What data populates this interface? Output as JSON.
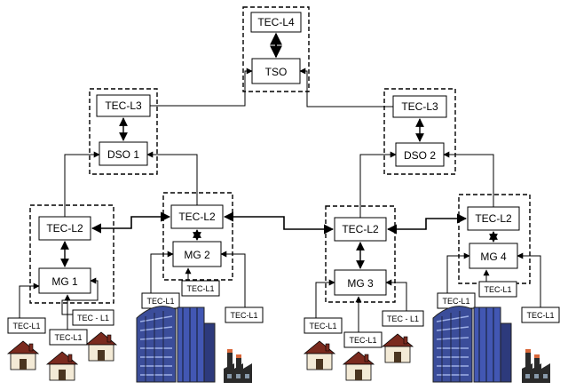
{
  "diagram": {
    "tso": {
      "label": "TSO",
      "tec": "TEC-L4"
    },
    "dso1": {
      "label": "DSO 1",
      "tec": "TEC-L3"
    },
    "dso2": {
      "label": "DSO 2",
      "tec": "TEC-L3"
    },
    "mg1": {
      "label": "MG 1",
      "tec": "TEC-L2"
    },
    "mg2": {
      "label": "MG 2",
      "tec": "TEC-L2"
    },
    "mg3": {
      "label": "MG 3",
      "tec": "TEC-L2"
    },
    "mg4": {
      "label": "MG 4",
      "tec": "TEC-L2"
    },
    "tec_l1": {
      "a": "TEC-L1",
      "b": "TEC-L1",
      "c": "TEC - L1",
      "d": "TEC-L1",
      "e": "TEC-L1",
      "f": "TEC-L1",
      "g": "TEC-L1",
      "h": "TEC-L1",
      "i": "TEC - L1",
      "j": "TEC-L1",
      "k": "TEC-L1",
      "l": "TEC-L1"
    },
    "colors": {
      "house_roof": "#7a2a1e",
      "house_wall": "#f3ead6",
      "house_door": "#4a3520",
      "building_blue": "#3f53a8",
      "building_dark": "#2a2e44",
      "building_light": "#5a6fc4",
      "factory": "#2a2a2a",
      "chimney_top": "#d9683a"
    }
  }
}
